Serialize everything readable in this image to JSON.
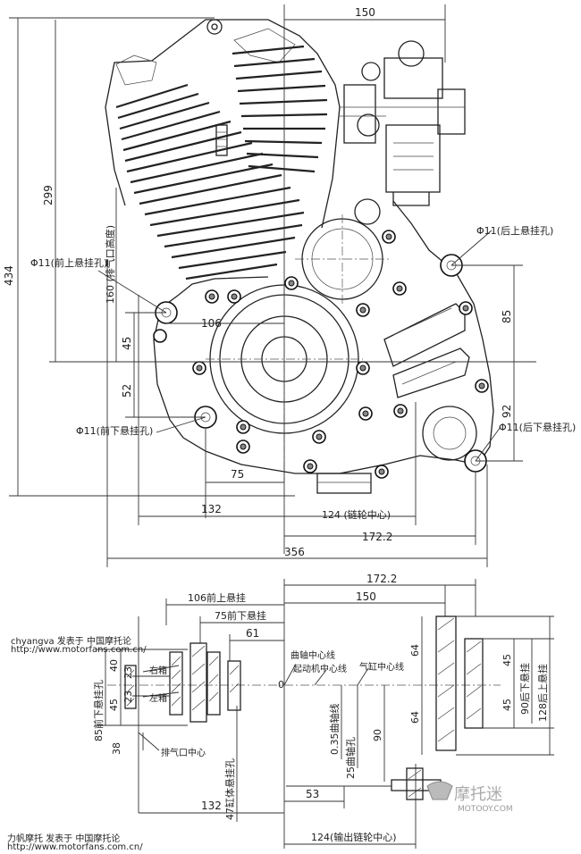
{
  "top_view": {
    "dims": {
      "d150": "150",
      "d299": "299",
      "d434": "434",
      "d160": "160 (排气口高度)",
      "d106": "106",
      "d45": "45",
      "d52": "52",
      "d85": "85",
      "d92": "92",
      "d75": "75",
      "d132": "132",
      "d124": "124 (链轮中心)",
      "d172": "172.2",
      "d356": "356"
    },
    "labels": {
      "front_upper": "Φ11(前上悬挂孔)",
      "front_lower": "Φ11(前下悬挂孔)",
      "rear_upper": "Φ11(后上悬挂孔)",
      "rear_lower": "Φ11(后下悬挂孔)"
    }
  },
  "bottom_view": {
    "dims": {
      "d172": "172.2",
      "d150": "150",
      "d106": "106前上悬挂",
      "d75": "75前下悬挂",
      "d61": "61",
      "d40": "40",
      "d23a": "23",
      "d23b": "23",
      "d45": "45",
      "d85": "85前下悬挂孔",
      "d38": "38",
      "d64a": "64",
      "d64b": "64",
      "d45a": "45",
      "d45b": "45",
      "d90": "90后下悬挂",
      "d128": "128后上悬挂",
      "d035": "0.35曲轴线",
      "d25": "25曲轴孔",
      "d90v": "90",
      "d53": "53",
      "d47": "47缸体悬挂孔",
      "d132": "132",
      "d124": "124(输出链轮中心)",
      "d0": "0"
    },
    "labels": {
      "crank_center": "曲轴中心线",
      "starter_center": "起动机中心线",
      "cyl_center": "气缸中心线",
      "exhaust_center": "排气口中心",
      "right_box": "右箱",
      "left_box": "左箱"
    }
  },
  "watermarks": {
    "w1": "chyangva  发表于  中国摩托论",
    "w2": "http://www.motorfans.com.cn/",
    "w3": "力帆摩托  发表于  中国摩托论",
    "w4": "http://www.motorfans.com.cn/",
    "logo": "摩托迷",
    "logo_url": "MOTOOY.COM"
  }
}
